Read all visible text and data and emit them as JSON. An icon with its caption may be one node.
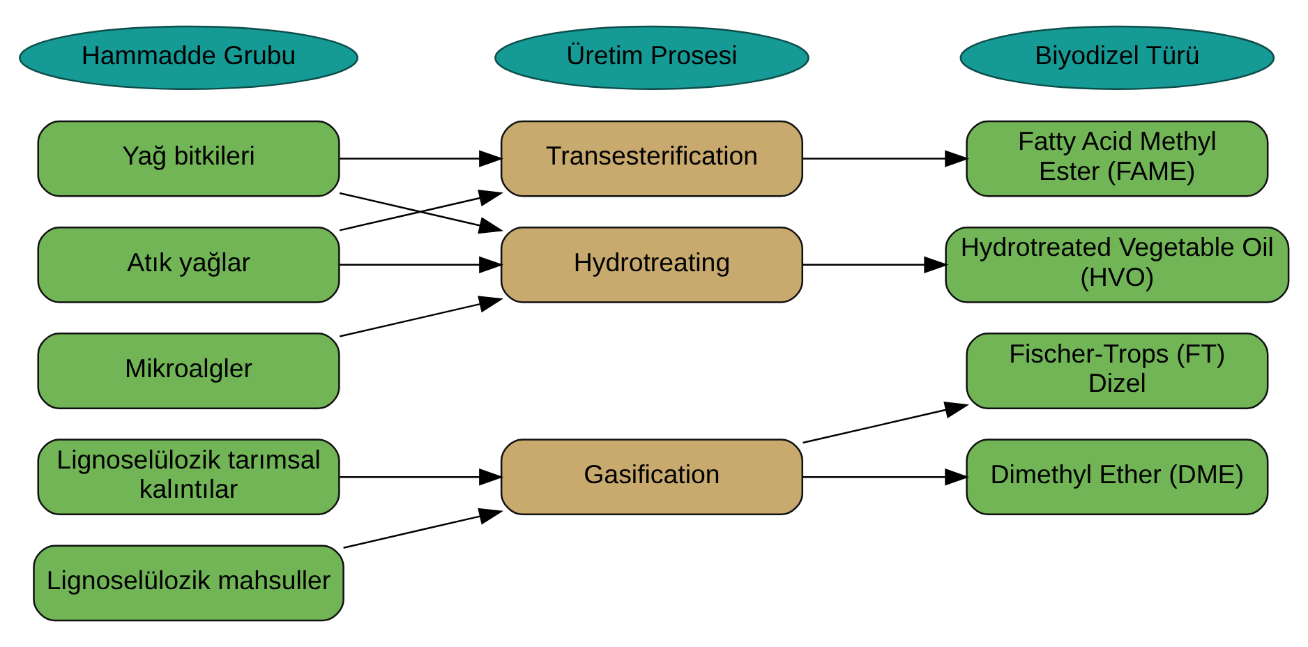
{
  "diagram": {
    "nodes": [
      {
        "text": [
          "Hammadde Grubu"
        ]
      },
      {
        "text": [
          "Üretim Prosesi"
        ]
      },
      {
        "text": [
          "Biyodizel Türü"
        ]
      },
      {
        "text": [
          "Yağ bitkileri"
        ]
      },
      {
        "text": [
          "Transesterification"
        ]
      },
      {
        "text": [
          "Fatty Acid Methyl Ester (FAME)"
        ]
      },
      {
        "text": [
          "Atık yağlar"
        ]
      },
      {
        "text": [
          "Hydrotreating"
        ]
      },
      {
        "text": [
          "Hydrotreated Vegetable Oil (HVO)"
        ]
      },
      {
        "text": [
          "Mikroalgler"
        ]
      },
      {
        "text": [
          "Lignoselülozik tarımsal kalıntılar"
        ]
      },
      {
        "text": [
          "Gasification"
        ]
      },
      {
        "text": [
          "Fischer-Trops (FT) Dizel"
        ]
      },
      {
        "text": [
          "Lignoselülozik mahsuller"
        ]
      },
      {
        "text": [
          "Dimethyl Ether (DME)"
        ]
      }
    ],
    "edges": [
      {
        "from": 3,
        "to": 4,
        "arrow": "to"
      },
      {
        "from": 3,
        "to": 7,
        "arrow": "to"
      },
      {
        "from": 6,
        "to": 4,
        "arrow": "to"
      },
      {
        "from": 6,
        "to": 7,
        "arrow": "to"
      },
      {
        "from": 9,
        "to": 7,
        "arrow": "to"
      },
      {
        "from": 10,
        "to": 11,
        "arrow": "to"
      },
      {
        "from": 13,
        "to": 11,
        "arrow": "to"
      },
      {
        "from": 4,
        "to": 5,
        "arrow": "to"
      },
      {
        "from": 7,
        "to": 8,
        "arrow": "to"
      },
      {
        "from": 11,
        "to": 12,
        "arrow": "to"
      },
      {
        "from": 11,
        "to": 14,
        "arrow": "to"
      }
    ]
  }
}
